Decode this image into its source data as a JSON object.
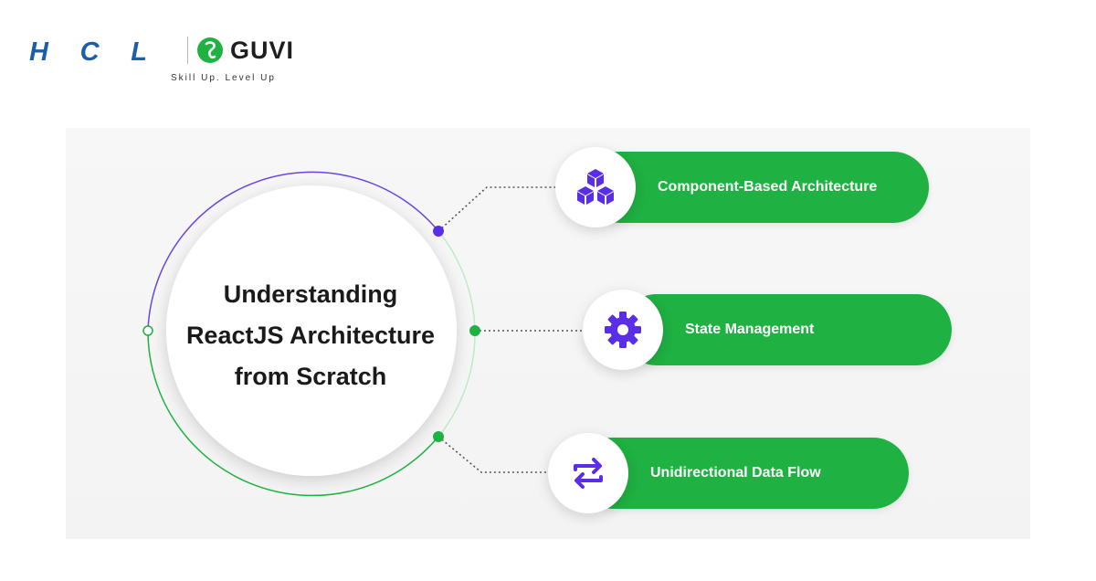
{
  "brand": {
    "hcl": "HCL",
    "guvi": "GUVI",
    "tagline": "Skill Up. Level Up"
  },
  "center": {
    "lines": [
      "Understanding",
      "ReactJS Architecture",
      "from Scratch"
    ]
  },
  "items": [
    {
      "label": "Component-Based Architecture",
      "icon": "cubes-icon"
    },
    {
      "label": "State Management",
      "icon": "gear-icon"
    },
    {
      "label": "Unidirectional Data Flow",
      "icon": "arrows-swap-icon"
    }
  ],
  "colors": {
    "green": "#1fb141",
    "purple": "#5a2ee6",
    "hcl_blue": "#1b5fa8"
  }
}
